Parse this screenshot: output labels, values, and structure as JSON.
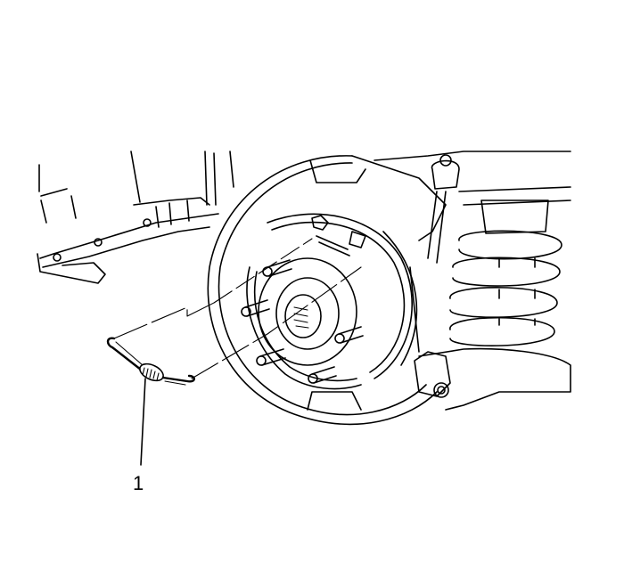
{
  "diagram": {
    "type": "technical-line-illustration",
    "subject": "Rear brake assembly with parking brake shoe return spring",
    "background": "#ffffff",
    "line_color": "#000000",
    "components": [
      {
        "name": "brake-backing-plate"
      },
      {
        "name": "wheel-hub-with-studs"
      },
      {
        "name": "parking-brake-shoes"
      },
      {
        "name": "coil-spring-suspension"
      },
      {
        "name": "lower-control-arm"
      },
      {
        "name": "upper-control-arm"
      },
      {
        "name": "frame-rail"
      },
      {
        "name": "return-spring-exploded"
      }
    ],
    "callouts": [
      {
        "id": "1",
        "label": "1",
        "target": "return-spring"
      }
    ]
  }
}
